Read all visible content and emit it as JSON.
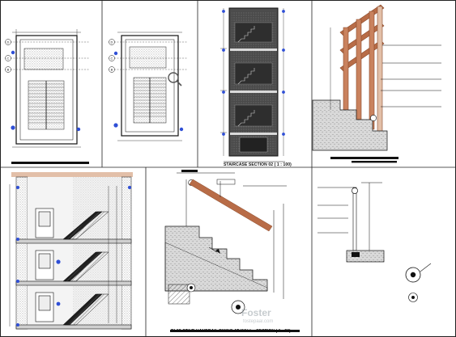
{
  "sheet": {
    "title_section": "STAIRCASE SECTION 02 ( 1 : 100)",
    "title_handrail": "RL03-STAIR HANDRAIL FIXING AT WALL - SECTION ( 1 : 30)",
    "grid_labels": [
      "D",
      "C",
      "B"
    ],
    "watermark_main": "Foster",
    "watermark_sub": "fostepaal.com",
    "colors": {
      "line": "#111111",
      "wood": "#b86c47",
      "wood_light": "#e2bfa8",
      "tag_blue": "#2f4fd6",
      "hatch": "#5c5c5c",
      "section_dark": "#3a3a3a"
    }
  }
}
